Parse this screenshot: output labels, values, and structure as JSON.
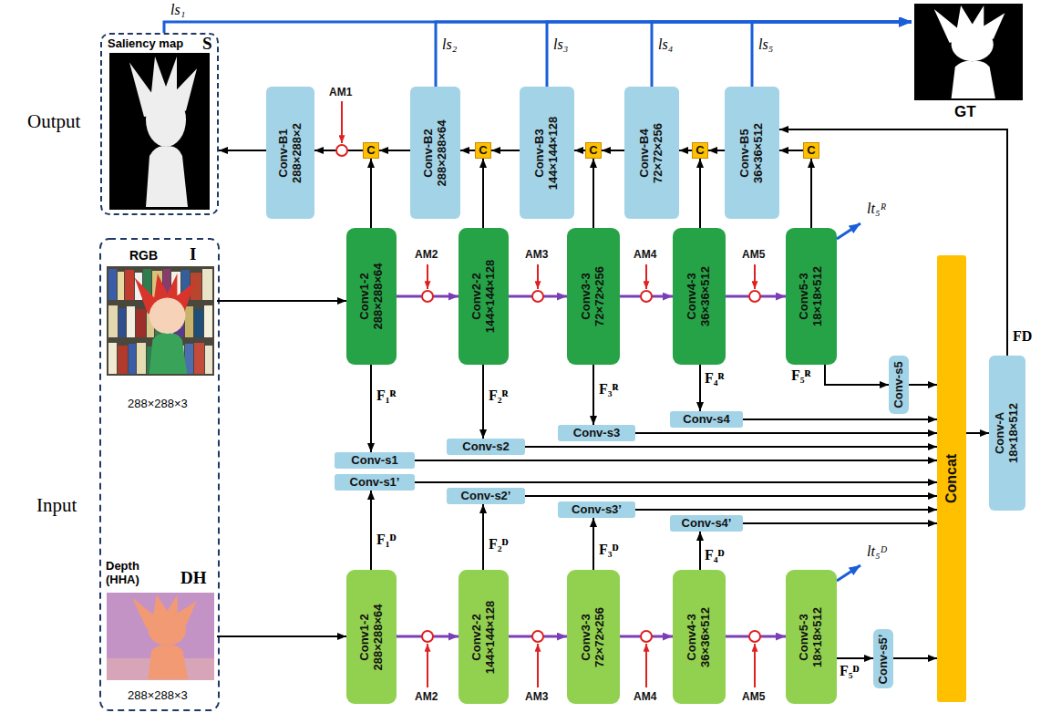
{
  "diagram": {
    "nodes": [
      {
        "text": [
          "Saliency map",
          "S"
        ]
      },
      {
        "text": [
          "Conv-B1",
          "288×288×2"
        ]
      },
      {
        "text": [
          "C"
        ]
      },
      {
        "text": [
          "Conv-B2",
          "288×288×64"
        ]
      },
      {
        "text": [
          "C"
        ]
      },
      {
        "text": [
          "Conv-B3",
          "144×144×128"
        ]
      },
      {
        "text": [
          "C"
        ]
      },
      {
        "text": [
          "Conv-B4",
          "72×72×256"
        ]
      },
      {
        "text": [
          "C"
        ]
      },
      {
        "text": [
          "Conv-B5",
          "36×36×512"
        ]
      },
      {
        "text": [
          "C"
        ]
      },
      {
        "text": [
          "GT"
        ]
      },
      {
        "text": [
          "RGB",
          "I",
          "288×288×3"
        ]
      },
      {
        "text": [
          "Conv1-2",
          "288×288×64"
        ]
      },
      {
        "text": [
          "Conv2-2",
          "144×144×128"
        ]
      },
      {
        "text": [
          "Conv3-3",
          "72×72×256"
        ]
      },
      {
        "text": [
          "Conv4-3",
          "36×36×512"
        ]
      },
      {
        "text": [
          "Conv5-3",
          "18×18×512"
        ]
      },
      {
        "text": [
          "Conv-s5"
        ]
      },
      {
        "text": [
          "Concat"
        ]
      },
      {
        "text": [
          "Conv-s4"
        ]
      },
      {
        "text": [
          "Conv-s3"
        ]
      },
      {
        "text": [
          "Conv-A",
          "18×18×512"
        ]
      },
      {
        "text": [
          "Conv-s2"
        ]
      },
      {
        "text": [
          "Conv-s1"
        ]
      },
      {
        "text": [
          "Conv-s1’"
        ]
      },
      {
        "text": [
          "Conv-s2’"
        ]
      },
      {
        "text": [
          "Conv-s3’"
        ]
      },
      {
        "text": [
          "Conv-s4’"
        ]
      },
      {
        "text": [
          "Depth (HHA)",
          "DH",
          "288×288×3"
        ]
      },
      {
        "text": [
          "Conv1-2",
          "288×288×64"
        ]
      },
      {
        "text": [
          "Conv2-2",
          "144×144×128"
        ]
      },
      {
        "text": [
          "Conv3-3",
          "72×72×256"
        ]
      },
      {
        "text": [
          "Conv4-3",
          "36×36×512"
        ]
      },
      {
        "text": [
          "Conv5-3",
          "18×18×512"
        ]
      },
      {
        "text": [
          "Conv-s5’"
        ]
      }
    ],
    "edges": [
      {
        "from": 0,
        "to": 11,
        "arrow": "to",
        "label": "ls₁"
      },
      {
        "from": 3,
        "to": 11,
        "arrow": "to",
        "label": "ls₂"
      },
      {
        "from": 5,
        "to": 11,
        "arrow": "to",
        "label": "ls₃"
      },
      {
        "from": 7,
        "to": 11,
        "arrow": "to",
        "label": "ls₄"
      },
      {
        "from": 9,
        "to": 11,
        "arrow": "to",
        "label": "ls₅"
      },
      {
        "from": 1,
        "to": 0,
        "arrow": "to"
      },
      {
        "from": 2,
        "to": 1,
        "arrow": "to"
      },
      {
        "from": 3,
        "to": 2,
        "arrow": "to"
      },
      {
        "from": 4,
        "to": 3,
        "arrow": "to"
      },
      {
        "from": 5,
        "to": 4,
        "arrow": "to"
      },
      {
        "from": 6,
        "to": 5,
        "arrow": "to"
      },
      {
        "from": 7,
        "to": 6,
        "arrow": "to"
      },
      {
        "from": 8,
        "to": 7,
        "arrow": "to"
      },
      {
        "from": 9,
        "to": 8,
        "arrow": "to"
      },
      {
        "from": 10,
        "to": 9,
        "arrow": "to"
      },
      {
        "from": 22,
        "to": 9,
        "arrow": "to"
      },
      {
        "from": 13,
        "to": 2,
        "arrow": "to"
      },
      {
        "from": 14,
        "to": 4,
        "arrow": "to"
      },
      {
        "from": 15,
        "to": 6,
        "arrow": "to"
      },
      {
        "from": 16,
        "to": 8,
        "arrow": "to"
      },
      {
        "from": 17,
        "to": 10,
        "arrow": "to"
      },
      {
        "from": 12,
        "to": 13,
        "arrow": "to"
      },
      {
        "from": 13,
        "to": 14,
        "arrow": "to"
      },
      {
        "from": 14,
        "to": 15,
        "arrow": "to"
      },
      {
        "from": 15,
        "to": 16,
        "arrow": "to"
      },
      {
        "from": 16,
        "to": 17,
        "arrow": "to"
      },
      {
        "from": 13,
        "to": 24,
        "arrow": "to"
      },
      {
        "from": 14,
        "to": 23,
        "arrow": "to"
      },
      {
        "from": 15,
        "to": 21,
        "arrow": "to"
      },
      {
        "from": 16,
        "to": 20,
        "arrow": "to"
      },
      {
        "from": 17,
        "to": 18,
        "arrow": "to"
      },
      {
        "from": 18,
        "to": 19,
        "arrow": "to"
      },
      {
        "from": 20,
        "to": 19,
        "arrow": "to"
      },
      {
        "from": 21,
        "to": 19,
        "arrow": "to"
      },
      {
        "from": 23,
        "to": 19,
        "arrow": "to"
      },
      {
        "from": 24,
        "to": 19,
        "arrow": "to"
      },
      {
        "from": 25,
        "to": 19,
        "arrow": "to"
      },
      {
        "from": 26,
        "to": 19,
        "arrow": "to"
      },
      {
        "from": 27,
        "to": 19,
        "arrow": "to"
      },
      {
        "from": 28,
        "to": 19,
        "arrow": "to"
      },
      {
        "from": 35,
        "to": 19,
        "arrow": "to"
      },
      {
        "from": 19,
        "to": 22,
        "arrow": "to"
      },
      {
        "from": 29,
        "to": 30,
        "arrow": "to"
      },
      {
        "from": 30,
        "to": 31,
        "arrow": "to"
      },
      {
        "from": 31,
        "to": 32,
        "arrow": "to"
      },
      {
        "from": 32,
        "to": 33,
        "arrow": "to"
      },
      {
        "from": 33,
        "to": 34,
        "arrow": "to"
      },
      {
        "from": 30,
        "to": 25,
        "arrow": "to"
      },
      {
        "from": 31,
        "to": 26,
        "arrow": "to"
      },
      {
        "from": 32,
        "to": 27,
        "arrow": "to"
      },
      {
        "from": 33,
        "to": 28,
        "arrow": "to"
      },
      {
        "from": 34,
        "to": 35,
        "arrow": "to"
      }
    ],
    "labels": [
      "Output",
      "Input",
      "AM1",
      "AM2",
      "AM3",
      "AM4",
      "AM5",
      "lt₅ᴿ",
      "F₁ᴿ",
      "F₂ᴿ",
      "F₃ᴿ",
      "F₄ᴿ",
      "F₅ᴿ",
      "FD",
      "F₁ᴰ",
      "F₂ᴰ",
      "F₃ᴰ",
      "F₄ᴰ",
      "F₅ᴰ",
      "lt₅ᴰ",
      "AM2",
      "AM3",
      "AM4",
      "AM5"
    ]
  }
}
